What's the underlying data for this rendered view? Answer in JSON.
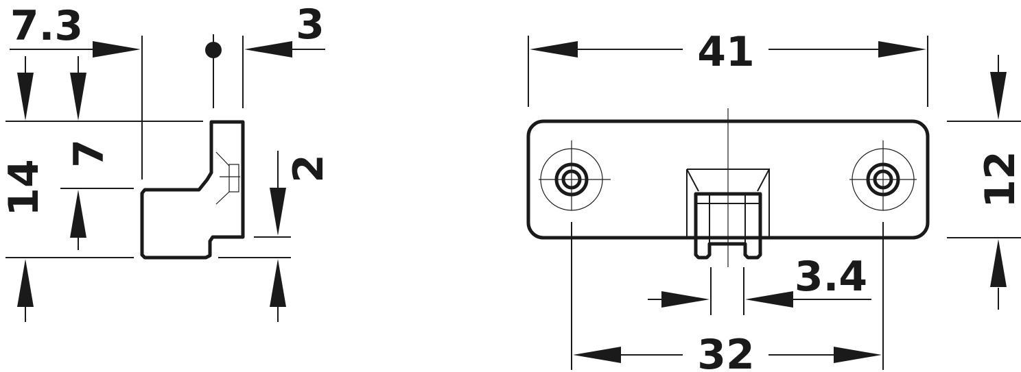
{
  "side_view": {
    "dim_width": "7.3",
    "dim_thickness": "3",
    "dim_height_total": "14",
    "dim_height_lower": "7",
    "dim_step": "2"
  },
  "front_view": {
    "dim_length": "41",
    "dim_height": "12",
    "dim_hole_spacing": "32",
    "dim_slot_width": "3.4"
  },
  "colors": {
    "line": "#1a1a1a",
    "background": "#ffffff"
  }
}
